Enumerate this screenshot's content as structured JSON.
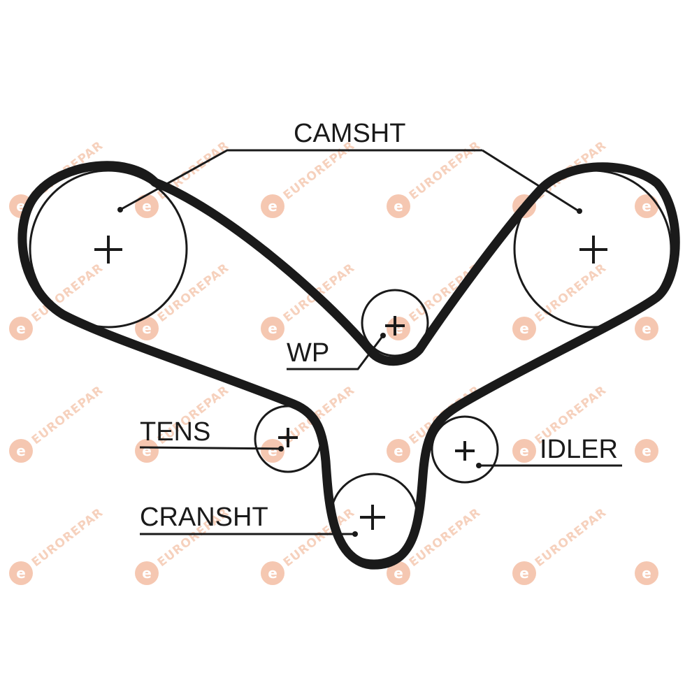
{
  "labels": {
    "camshaft": "CAMSHT",
    "water_pump": "WP",
    "tensioner": "TENS",
    "idler": "IDLER",
    "crankshaft": "CRANSHT"
  },
  "watermark": {
    "brand": "EUROREPAR",
    "badge_letter": "e",
    "color": "#f3c2a8",
    "badge_color": "#f2b597"
  },
  "colors": {
    "belt": "#1a1a1a",
    "outline": "#1a1a1a"
  }
}
